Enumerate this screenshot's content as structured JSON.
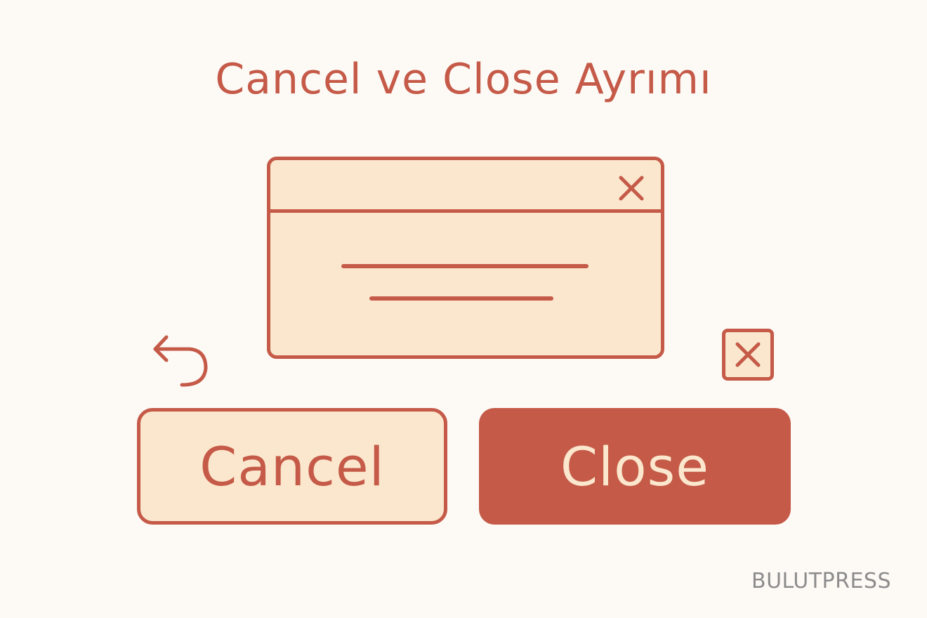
{
  "title": "Cancel ve Close Ayrımı",
  "dialog": {
    "close_icon": "close-icon",
    "content_lines": 2
  },
  "icons": {
    "undo": "undo-arrow-icon",
    "close_box": "close-box-icon"
  },
  "buttons": {
    "cancel_label": "Cancel",
    "close_label": "Close"
  },
  "brand": "BULUTPRESS",
  "colors": {
    "background": "#fdfaf6",
    "accent": "#c55a48",
    "fill": "#fae7cd",
    "brand_text": "#8c8c8c"
  }
}
